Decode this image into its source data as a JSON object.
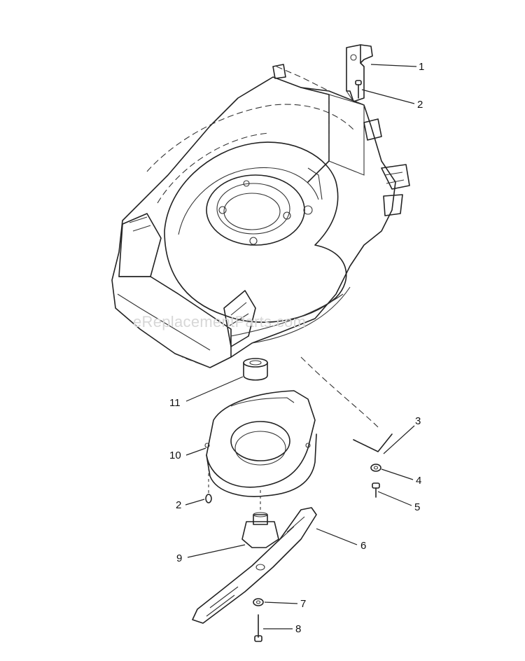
{
  "watermark": "eReplacementParts.com",
  "parts": [
    {
      "key": "bracket",
      "label": "1"
    },
    {
      "key": "screw_top",
      "label": "2"
    },
    {
      "key": "wire",
      "label": "3"
    },
    {
      "key": "washer_right",
      "label": "4"
    },
    {
      "key": "screw_right",
      "label": "5"
    },
    {
      "key": "blade",
      "label": "6"
    },
    {
      "key": "washer_blade",
      "label": "7"
    },
    {
      "key": "blade_bolt",
      "label": "8"
    },
    {
      "key": "adapter",
      "label": "9"
    },
    {
      "key": "baffle",
      "label": "10"
    },
    {
      "key": "spacer",
      "label": "11"
    },
    {
      "key": "screw_baffle",
      "label": "2"
    }
  ]
}
